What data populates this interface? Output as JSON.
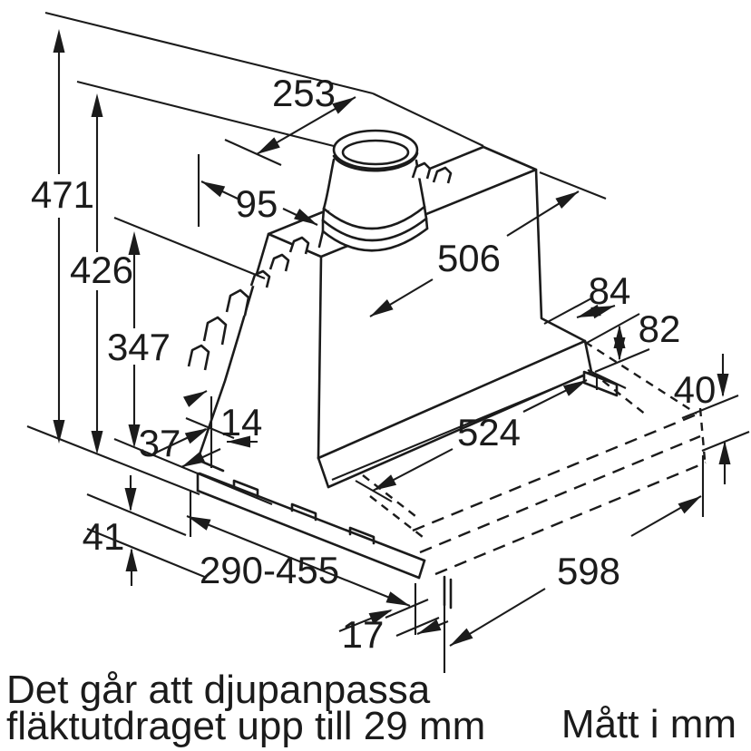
{
  "page": {
    "background": "#ffffff",
    "line_color": "#1b1b1b"
  },
  "diagram": {
    "type": "technical-drawing",
    "subject": "telescopic cooker hood installation drawing",
    "units_note": "Mått i mm",
    "note_line1": "Det går att djupanpassa",
    "note_line2": "fläktutdraget upp till 29 mm",
    "dimensions": {
      "top_depth": "253",
      "total_height": "471",
      "height_to_duct_base": "426",
      "body_height": "347",
      "duct_offset": "95",
      "top_width": "506",
      "step_depth": "84",
      "step_height": "82",
      "visor_lip_height": "40",
      "rail_offset": "37",
      "side_gap": "14",
      "baseplate_height": "41",
      "lower_width": "524",
      "depth_adjust_range": "290-455",
      "front_corner_offset": "17",
      "visor_width": "598"
    }
  }
}
